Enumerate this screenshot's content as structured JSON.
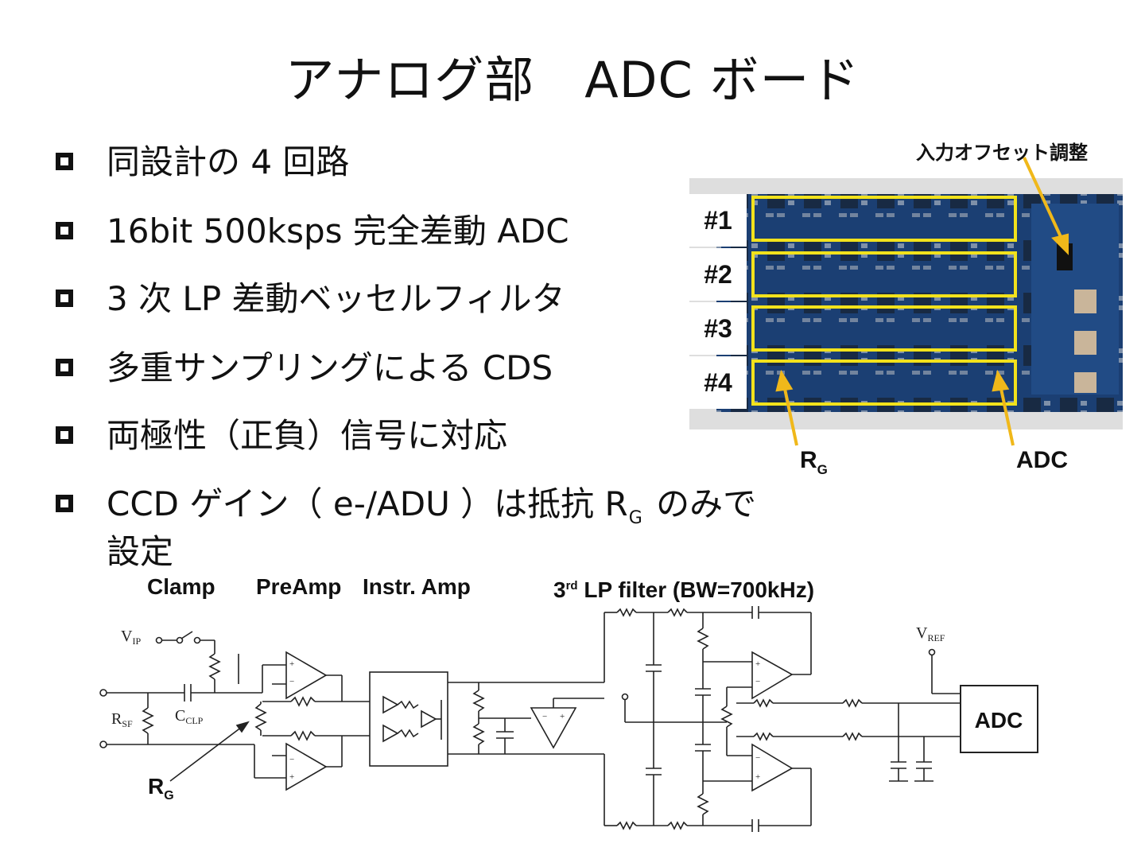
{
  "title": "アナログ部　ADC ボード",
  "bullets": [
    {
      "text": "同設計の 4 回路"
    },
    {
      "text": "16bit 500ksps  完全差動 ADC"
    },
    {
      "text": "3 次 LP 差動ベッセルフィルタ"
    },
    {
      "text": "多重サンプリングによる CDS"
    },
    {
      "text": "両極性（正負）信号に対応"
    },
    {
      "text_a": "CCD ゲイン（ e-/ADU ）は抵抗 R",
      "sub": "G",
      "text_b": " のみで",
      "line2": "設定"
    }
  ],
  "photo": {
    "channels": [
      "#1",
      "#2",
      "#3",
      "#4"
    ],
    "offset_label": "入力オフセット調整",
    "rg_label": "R",
    "rg_sub": "G",
    "adc_label": "ADC",
    "highlight_color": "#f2e21c",
    "arrow_color": "#f0b81a",
    "pcb_color": "#1b3f73"
  },
  "schematic": {
    "stage_labels": {
      "clamp": "Clamp",
      "preamp": "PreAmp",
      "instr": "Instr. Amp",
      "filter_sup": "rd",
      "filter_pre": "3",
      "filter": " LP filter (BW=700kHz)"
    },
    "vip": "V",
    "vip_sub": "IP",
    "rsf": "R",
    "rsf_sub": "SF",
    "cclp": "C",
    "cclp_sub": "CLP",
    "vref": "V",
    "vref_sub": "REF",
    "adc_box": "ADC",
    "rg": "R",
    "rg_sub": "G"
  }
}
